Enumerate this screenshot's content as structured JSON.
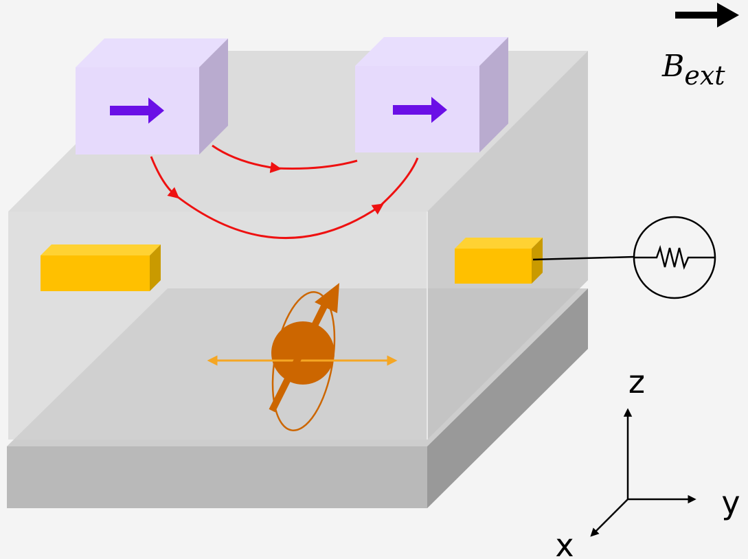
{
  "field": {
    "symbol": "B",
    "subscript": "ext"
  },
  "axes": {
    "z": "z",
    "y": "y",
    "x": "x"
  },
  "icons": {
    "magnet_arrow": "right-arrow-icon",
    "field_arrow": "right-arrow-icon",
    "readout": "resistor-icon",
    "spin": "spin-precession-icon"
  },
  "colors": {
    "background": "#f4f4f4",
    "magnet_face": "#e6dafc",
    "magnet_top": "#e8defd",
    "magnet_side": "#b9abcf",
    "magnetization_arrow": "#6a0fe6",
    "field_lines": "#ee1111",
    "contact_front": "#ffc000",
    "contact_top": "#ffd233",
    "contact_side": "#c99a00",
    "spin_body": "#cc6600",
    "spin_axis": "#f5a623"
  }
}
